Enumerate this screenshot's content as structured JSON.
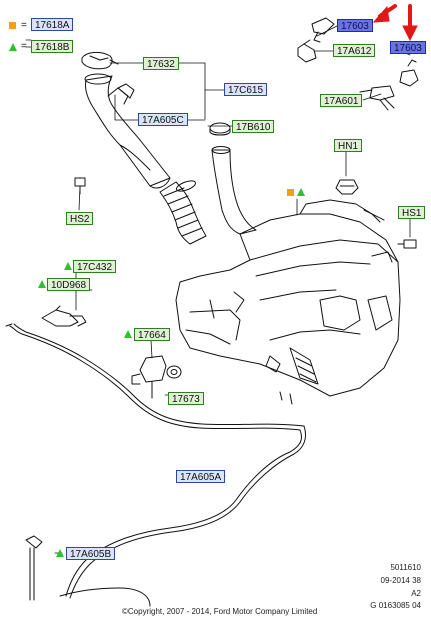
{
  "legend": {
    "square_label": "17618A",
    "triangle_label": "17618B"
  },
  "callouts": {
    "c17632": "17632",
    "c17C615": "17C615",
    "c17A605C": "17A605C",
    "c17B610": "17B610",
    "c17603a": "17603",
    "c17A612": "17A612",
    "c17603b": "17603",
    "c17A601": "17A601",
    "cHN1": "HN1",
    "cHS1": "HS1",
    "cHS2": "HS2",
    "c17C432": "17C432",
    "c10D968": "10D968",
    "c17664": "17664",
    "c17673": "17673",
    "c17A605A": "17A605A",
    "c17A605B": "17A605B"
  },
  "reference": {
    "line1": "5011610",
    "line2": "09-2014 38",
    "line3": "A2",
    "line4": "G 0163085 04"
  },
  "copyright": "©Copyright, 2007 - 2014, Ford Motor Company Limited",
  "colors": {
    "blue_callout": "#2a48a8",
    "green_callout": "#2e7d1e",
    "selected_callout": "#6a74e0",
    "arrow": "#e01818",
    "square_marker": "#f0a01e",
    "triangle_marker": "#2fbf2f"
  }
}
